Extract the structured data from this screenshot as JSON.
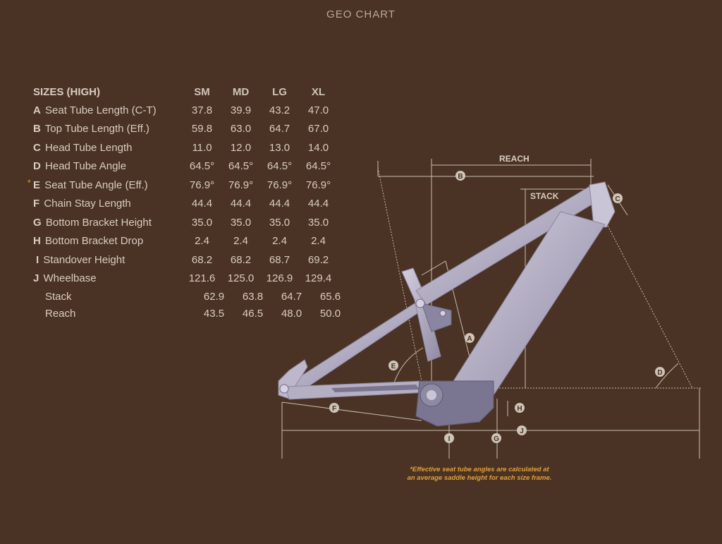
{
  "title": "GEO CHART",
  "table": {
    "header": {
      "label": "SIZES (HIGH)",
      "sizes": [
        "SM",
        "MD",
        "LG",
        "XL"
      ]
    },
    "rows": [
      {
        "letter": "A",
        "label": "Seat Tube Length (C-T)",
        "values": [
          "37.8",
          "39.9",
          "43.2",
          "47.0"
        ]
      },
      {
        "letter": "B",
        "label": "Top Tube Length (Eff.)",
        "values": [
          "59.8",
          "63.0",
          "64.7",
          "67.0"
        ]
      },
      {
        "letter": "C",
        "label": "Head Tube Length",
        "values": [
          "11.0",
          "12.0",
          "13.0",
          "14.0"
        ]
      },
      {
        "letter": "D",
        "label": "Head Tube Angle",
        "values": [
          "64.5°",
          "64.5°",
          "64.5°",
          "64.5°"
        ]
      },
      {
        "star": "*",
        "letter": "E",
        "label": "Seat Tube Angle (Eff.)",
        "values": [
          "76.9°",
          "76.9°",
          "76.9°",
          "76.9°"
        ]
      },
      {
        "letter": "F",
        "label": "Chain Stay Length",
        "values": [
          "44.4",
          "44.4",
          "44.4",
          "44.4"
        ]
      },
      {
        "letter": "G",
        "label": "Bottom Bracket Height",
        "values": [
          "35.0",
          "35.0",
          "35.0",
          "35.0"
        ]
      },
      {
        "letter": "H",
        "label": "Bottom Bracket Drop",
        "values": [
          "2.4",
          "2.4",
          "2.4",
          "2.4"
        ]
      },
      {
        "letter": "I",
        "label": "Standover Height",
        "values": [
          "68.2",
          "68.2",
          "68.7",
          "69.2"
        ]
      },
      {
        "letter": "J",
        "label": "Wheelbase",
        "values": [
          "121.6",
          "125.0",
          "126.9",
          "129.4"
        ]
      },
      {
        "letter": "",
        "label": "Stack",
        "values": [
          "62.9",
          "63.8",
          "64.7",
          "65.6"
        ]
      },
      {
        "letter": "",
        "label": "Reach",
        "values": [
          "43.5",
          "46.5",
          "48.0",
          "50.0"
        ]
      }
    ]
  },
  "diagram": {
    "reach_label": "REACH",
    "stack_label": "STACK",
    "badges": {
      "a": "A",
      "b": "B",
      "c": "C",
      "d": "D",
      "e": "E",
      "f": "F",
      "g": "G",
      "h": "H",
      "i": "I",
      "j": "J"
    }
  },
  "footnote": {
    "line1": "*Effective seat tube angles are calculated at",
    "line2": "an average saddle height for each size frame."
  },
  "colors": {
    "background": "#4a3324",
    "text": "#d9ccc0",
    "accent": "#e0a03a",
    "frame": "#b9b3c8",
    "frame_dark": "#6e6a82"
  }
}
